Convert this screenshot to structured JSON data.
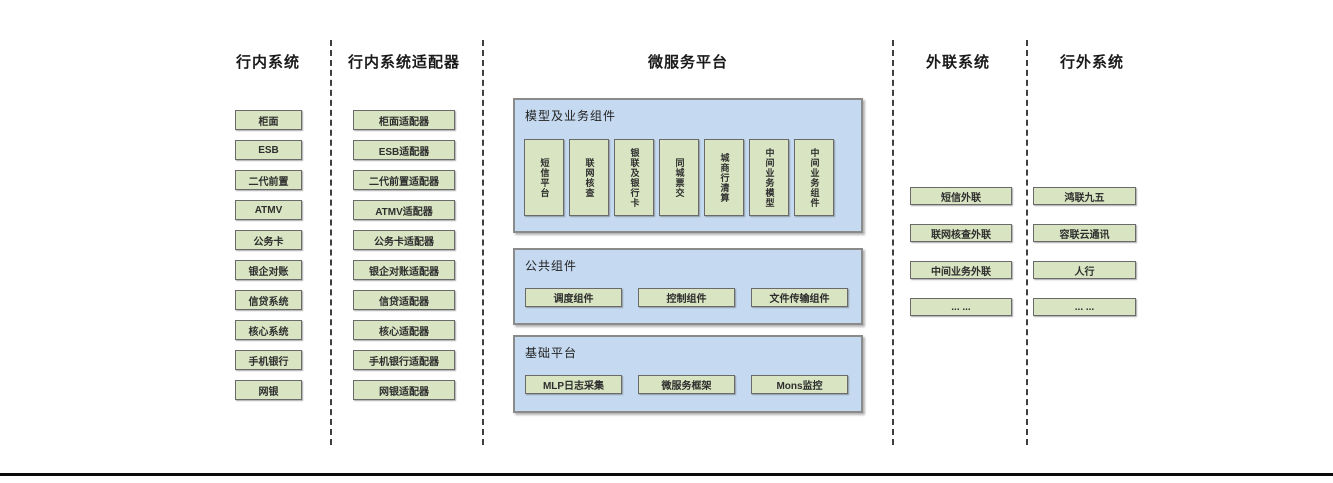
{
  "colors": {
    "green_fill": "#d9e5c2",
    "blue_fill": "#c5daf0",
    "box_border": "#6a6a6a",
    "panel_border": "#8a8a8a",
    "text": "#2b2b2b"
  },
  "columns": {
    "internal": {
      "title": "行内系统",
      "boxes": [
        "柜面",
        "ESB",
        "二代前置",
        "ATMV",
        "公务卡",
        "银企对账",
        "信贷系统",
        "核心系统",
        "手机银行",
        "网银"
      ]
    },
    "adapters": {
      "title": "行内系统适配器",
      "boxes": [
        "柜面适配器",
        "ESB适配器",
        "二代前置适配器",
        "ATMV适配器",
        "公务卡适配器",
        "银企对账适配器",
        "信贷适配器",
        "核心适配器",
        "手机银行适配器",
        "网银适配器"
      ]
    },
    "platform": {
      "title": "微服务平台",
      "model_group": {
        "label": "模型及业务组件",
        "boxes": [
          "短信平台",
          "联网核查",
          "银联及银行卡",
          "同城票交",
          "城商行清算",
          "中间业务模型",
          "中间业务组件"
        ]
      },
      "common_group": {
        "label": "公共组件",
        "boxes": [
          "调度组件",
          "控制组件",
          "文件传输组件"
        ]
      },
      "base_group": {
        "label": "基础平台",
        "boxes": [
          "MLP日志采集",
          "微服务框架",
          "Mons监控"
        ]
      }
    },
    "outreach": {
      "title": "外联系统",
      "boxes": [
        "短信外联",
        "联网核查外联",
        "中间业务外联",
        "... ..."
      ]
    },
    "external": {
      "title": "行外系统",
      "boxes": [
        "鸿联九五",
        "容联云通讯",
        "人行",
        "... ..."
      ]
    }
  }
}
